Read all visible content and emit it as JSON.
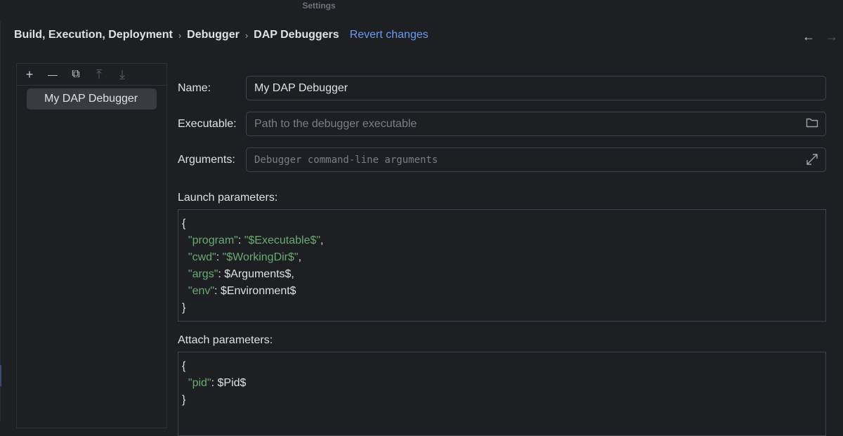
{
  "window": {
    "title": "Settings"
  },
  "breadcrumb": [
    "Build, Execution, Deployment",
    "Debugger",
    "DAP Debuggers"
  ],
  "breadcrumb_sep": "›",
  "revert_label": "Revert changes",
  "nav": {
    "back": "←",
    "forward": "→"
  },
  "toolbar": {
    "add": "+",
    "remove": "—",
    "copy": "⧉",
    "up": "⤒",
    "down": "⤓"
  },
  "debuggers": [
    "My DAP Debugger"
  ],
  "form": {
    "name_label": "Name:",
    "name_value": "My DAP Debugger",
    "exe_label": "Executable:",
    "exe_placeholder": "Path to the debugger executable",
    "args_label": "Arguments:",
    "args_placeholder": "Debugger command-line arguments",
    "launch_label": "Launch parameters:",
    "attach_label": "Attach parameters:"
  },
  "launch_code": [
    [
      {
        "t": "p",
        "v": "{"
      }
    ],
    [
      {
        "t": "p",
        "v": "  "
      },
      {
        "t": "k",
        "v": "\"program\""
      },
      {
        "t": "p",
        "v": ": "
      },
      {
        "t": "s",
        "v": "\"$Executable$\""
      },
      {
        "t": "p",
        "v": ","
      }
    ],
    [
      {
        "t": "p",
        "v": "  "
      },
      {
        "t": "k",
        "v": "\"cwd\""
      },
      {
        "t": "p",
        "v": ": "
      },
      {
        "t": "s",
        "v": "\"$WorkingDir$\""
      },
      {
        "t": "p",
        "v": ","
      }
    ],
    [
      {
        "t": "p",
        "v": "  "
      },
      {
        "t": "k",
        "v": "\"args\""
      },
      {
        "t": "p",
        "v": ": $Arguments$,"
      }
    ],
    [
      {
        "t": "p",
        "v": "  "
      },
      {
        "t": "k",
        "v": "\"env\""
      },
      {
        "t": "p",
        "v": ": $Environment$"
      }
    ],
    [
      {
        "t": "p",
        "v": "}"
      }
    ]
  ],
  "attach_code": [
    [
      {
        "t": "p",
        "v": "{"
      }
    ],
    [
      {
        "t": "p",
        "v": "  "
      },
      {
        "t": "k",
        "v": "\"pid\""
      },
      {
        "t": "p",
        "v": ": $Pid$"
      }
    ],
    [
      {
        "t": "p",
        "v": "}"
      }
    ]
  ]
}
